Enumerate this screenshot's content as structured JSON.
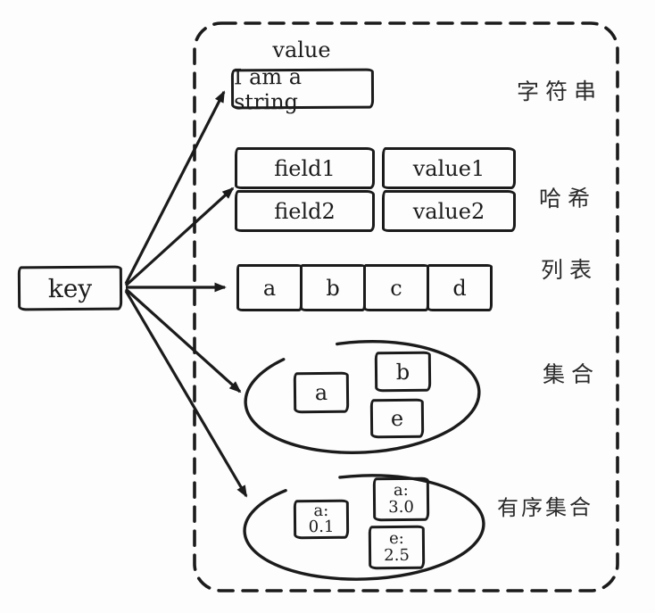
{
  "canvas": {
    "background": "#fdfdfd",
    "ink": "#1b1b1b"
  },
  "key": {
    "label": "key"
  },
  "value_header": "value",
  "sections": {
    "string": {
      "type_label": "字符串",
      "content": "I am a string"
    },
    "hash": {
      "type_label": "哈希",
      "cells": [
        [
          "field1",
          "value1"
        ],
        [
          "field2",
          "value2"
        ]
      ]
    },
    "list": {
      "type_label": "列表",
      "items": [
        "a",
        "b",
        "c",
        "d"
      ]
    },
    "set": {
      "type_label": "集合",
      "items": [
        "a",
        "b",
        "e"
      ]
    },
    "sorted_set": {
      "type_label": "有序集合",
      "entries": [
        {
          "member": "a:",
          "score": "0.1"
        },
        {
          "member": "a:",
          "score": "3.0"
        },
        {
          "member": "e:",
          "score": "2.5"
        }
      ]
    }
  }
}
